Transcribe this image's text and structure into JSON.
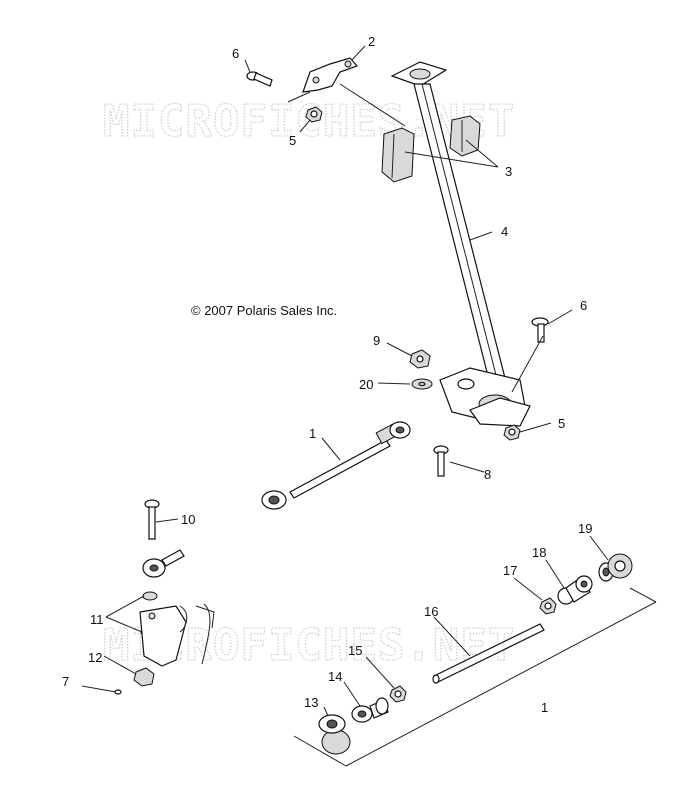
{
  "watermarks": [
    "MICROFICHES.NET",
    "MICROFICHES.NET"
  ],
  "copyright": "© 2007 Polaris Sales Inc.",
  "callouts": [
    "6",
    "2",
    "5",
    "3",
    "4",
    "6",
    "9",
    "20",
    "5",
    "1",
    "8",
    "10",
    "11",
    "12",
    "7",
    "13",
    "14",
    "15",
    "16",
    "1",
    "17",
    "18",
    "19"
  ]
}
